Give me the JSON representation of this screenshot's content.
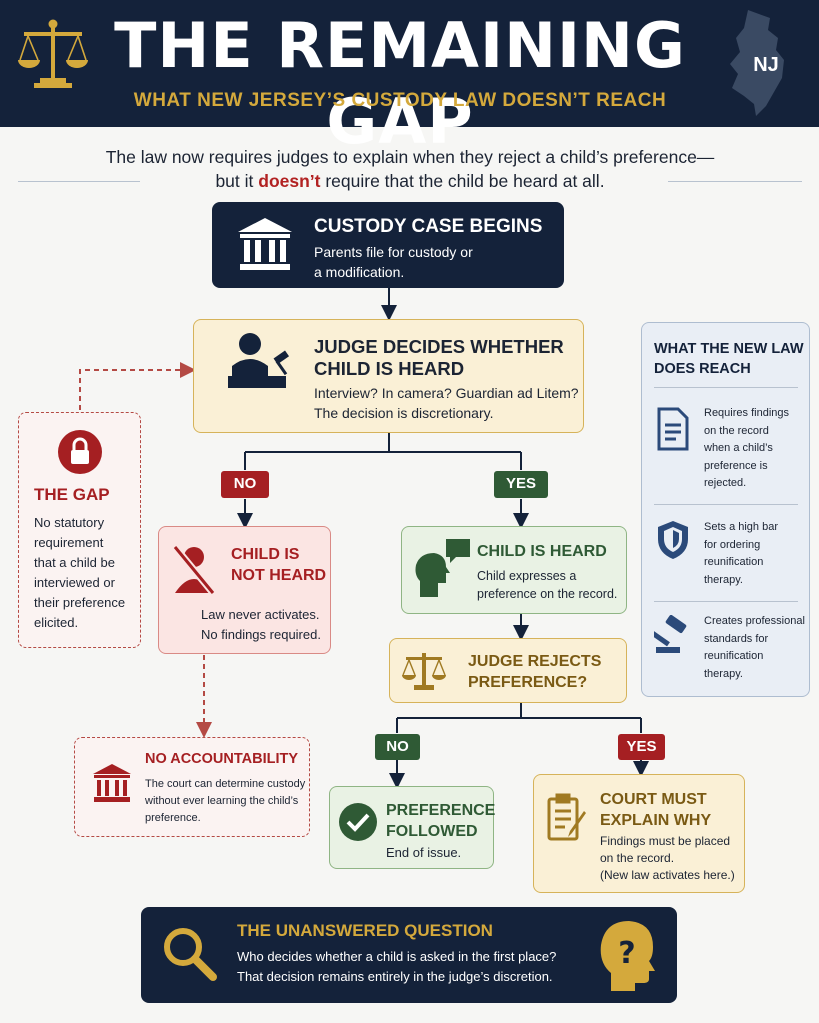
{
  "header": {
    "title": "THE REMAINING GAP",
    "subtitle": "WHAT NEW JERSEY’S CUSTODY LAW DOESN’T REACH",
    "state_label": "NJ"
  },
  "intro": {
    "line1": "The law now requires judges to explain when they reject a child’s preference—",
    "line2_before": "but it ",
    "line2_emphasis": "doesn’t",
    "line2_after": " require that the child be heard at all."
  },
  "flow": {
    "start": {
      "title": "CUSTODY CASE BEGINS",
      "line1": "Parents file for custody or",
      "line2": "a modification."
    },
    "judge_decides": {
      "title1": "JUDGE DECIDES WHETHER",
      "title2": "CHILD IS HEARD",
      "line1": "Interview? In camera? Guardian ad Litem?",
      "line2": "The decision is discretionary."
    },
    "no_label": "NO",
    "yes_label": "YES",
    "not_heard": {
      "title1": "CHILD IS",
      "title2": "NOT HEARD",
      "line1": "Law never activates.",
      "line2": "No findings required."
    },
    "heard": {
      "title": "CHILD IS HEARD",
      "line1": "Child expresses a",
      "line2": "preference on the record."
    },
    "rejects": {
      "title1": "JUDGE REJECTS",
      "title2": "PREFERENCE?"
    },
    "no2_label": "NO",
    "yes2_label": "YES",
    "followed": {
      "title1": "PREFERENCE",
      "title2": "FOLLOWED",
      "line1": "End of issue."
    },
    "must_explain": {
      "title1": "COURT MUST",
      "title2": "EXPLAIN WHY",
      "line1": "Findings must be placed",
      "line2": "on the record.",
      "line3": "(New law activates here.)"
    }
  },
  "gap": {
    "title": "THE GAP",
    "lines": [
      "No statutory",
      "requirement",
      "that a child be",
      "interviewed or",
      "their preference",
      "elicited."
    ]
  },
  "no_accountability": {
    "title": "NO ACCOUNTABILITY",
    "lines": [
      "The court can determine custody",
      "without ever learning the child’s",
      "preference."
    ]
  },
  "reach_panel": {
    "title1": "WHAT THE NEW LAW",
    "title2": "DOES REACH",
    "items": [
      {
        "icon": "document-icon",
        "lines": [
          "Requires findings",
          "on the record",
          "when a child’s",
          "preference is",
          "rejected."
        ]
      },
      {
        "icon": "shield-icon",
        "lines": [
          "Sets a high bar",
          "for ordering",
          "reunification",
          "therapy."
        ]
      },
      {
        "icon": "gavel-icon",
        "lines": [
          "Creates professional",
          "standards for",
          "reunification",
          "therapy."
        ]
      }
    ]
  },
  "question": {
    "title": "THE UNANSWERED QUESTION",
    "line1": "Who decides whether a child is asked in the first place?",
    "line2": "That decision remains entirely in the judge’s discretion."
  },
  "colors": {
    "navy": "#14223a",
    "gold": "#d4a93c",
    "red": "#a51f22",
    "green": "#2f5a35",
    "blue": "#2b4a7a"
  }
}
